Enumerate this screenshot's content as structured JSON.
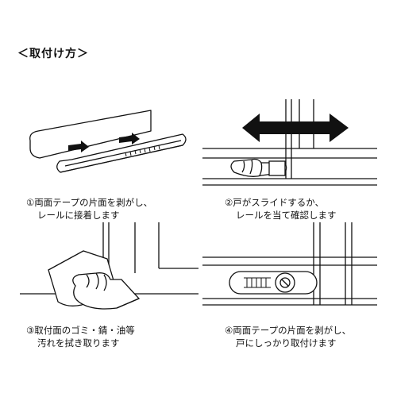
{
  "title": "＜取付け方＞",
  "steps": [
    {
      "line1": "①両面テープの片面を剥がし、",
      "line2": "レールに接着します",
      "illustration_icon": "rail-tape-icon"
    },
    {
      "line1": "②戸がスライドするか、",
      "line2": "レールを当て確認します",
      "illustration_icon": "door-slide-icon"
    },
    {
      "line1": "③取付面のゴミ・錆・油等",
      "line2": "汚れを拭き取ります",
      "illustration_icon": "wipe-surface-icon"
    },
    {
      "line1": "④両面テープの片面を剥がし、",
      "line2": "戸にしっかり取付けます",
      "illustration_icon": "lock-attach-icon"
    }
  ],
  "colors": {
    "ink": "#111111",
    "background": "#ffffff"
  }
}
